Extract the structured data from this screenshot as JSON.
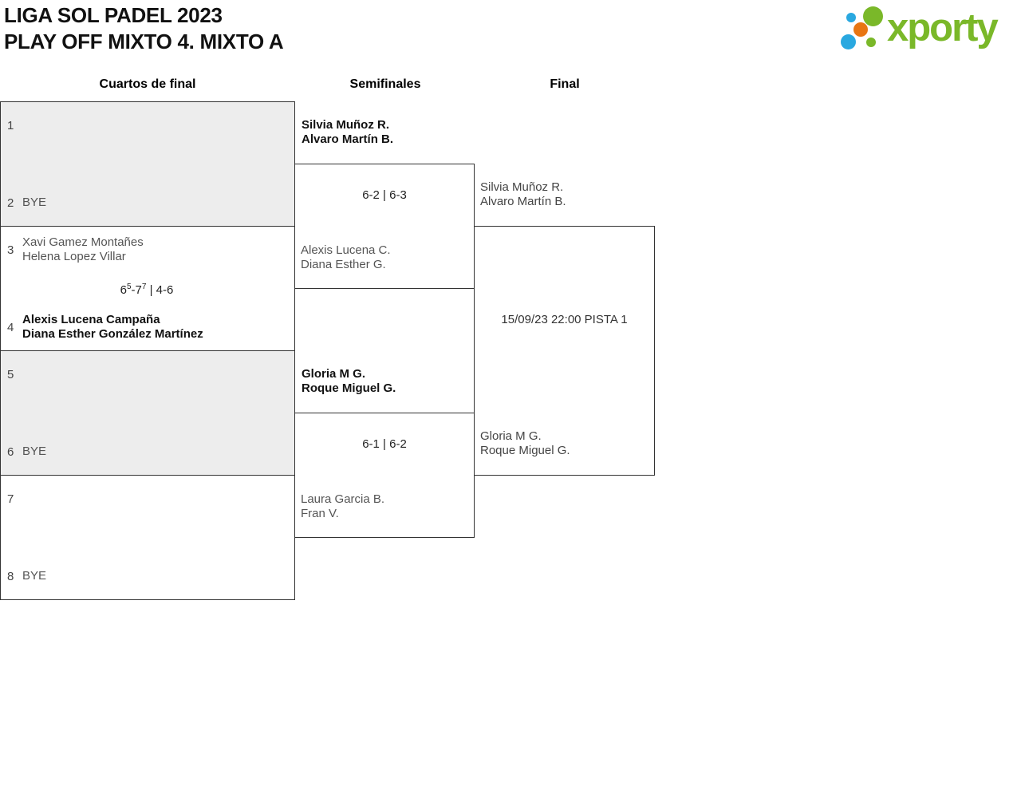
{
  "page": {
    "title_line1": "LIGA SOL PADEL 2023",
    "title_line2": "PLAY OFF MIXTO 4. MIXTO A",
    "logo_text": "xporty"
  },
  "colors": {
    "logo_green": "#7ab829",
    "logo_blue": "#29a8e0",
    "logo_orange": "#e87613",
    "bye_box_gray": "#ededed",
    "border": "#333333",
    "winner_text": "#111111",
    "muted_text": "#555555"
  },
  "rounds": [
    "Cuartos de final",
    "Semifinales",
    "Final"
  ],
  "quarterfinals": [
    {
      "top_seed": "1",
      "top_name1": "",
      "top_name2": "",
      "score": "",
      "bottom_seed": "2",
      "bottom_name1": "BYE",
      "bottom_name2": ""
    },
    {
      "top_seed": "3",
      "top_name1": "Xavi Gamez Montañes",
      "top_name2": "Helena Lopez Villar",
      "score_parts": {
        "a": "6",
        "a_sup": "5",
        "b": "-7",
        "b_sup": "7",
        "rest": " | 4-6"
      },
      "bottom_seed": "4",
      "bottom_name1": "Alexis Lucena Campaña",
      "bottom_name2": "Diana Esther González Martínez"
    },
    {
      "top_seed": "5",
      "top_name1": "",
      "top_name2": "",
      "score": "",
      "bottom_seed": "6",
      "bottom_name1": "BYE",
      "bottom_name2": ""
    },
    {
      "top_seed": "7",
      "top_name1": "",
      "top_name2": "",
      "score": "",
      "bottom_seed": "8",
      "bottom_name1": "BYE",
      "bottom_name2": ""
    }
  ],
  "semifinals": [
    {
      "winner_name1": "Silvia Muñoz R.",
      "winner_name2": "Alvaro Martín B.",
      "score": "6-2 | 6-3",
      "loser_name1": "Alexis Lucena C.",
      "loser_name2": "Diana Esther G."
    },
    {
      "winner_name1": "Gloria M G.",
      "winner_name2": "Roque Miguel G.",
      "score": "6-1 | 6-2",
      "loser_name1": "Laura Garcia B.",
      "loser_name2": "Fran V."
    }
  ],
  "final": {
    "team1_name1": "Silvia Muñoz R.",
    "team1_name2": "Alvaro Martín B.",
    "match_info": "15/09/23 22:00 PISTA 1",
    "team2_name1": "Gloria M G.",
    "team2_name2": "Roque Miguel G."
  }
}
